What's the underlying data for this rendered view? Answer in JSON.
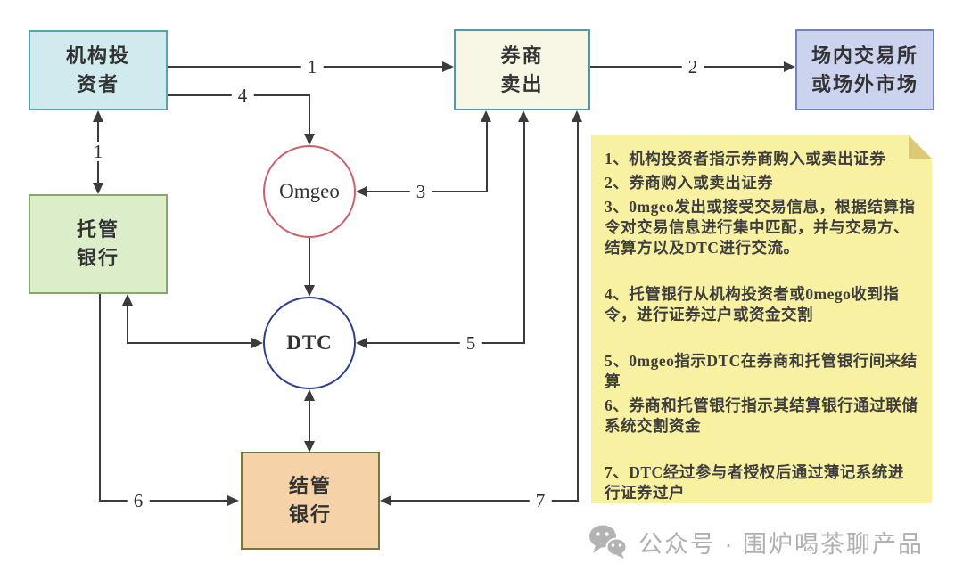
{
  "nodes": {
    "investor": {
      "line1": "机构投",
      "line2": "资者"
    },
    "broker": {
      "line1": "券商",
      "line2": "卖出"
    },
    "market": {
      "line1": "场内交易所",
      "line2": "或场外市场"
    },
    "custodian": {
      "line1": "托管",
      "line2": "银行"
    },
    "omgeo": {
      "label": "Omgeo"
    },
    "dtc": {
      "label": "DTC"
    },
    "settlement": {
      "line1": "结管",
      "line2": "银行"
    }
  },
  "edge_labels": {
    "investor_to_broker": "1",
    "broker_to_market": "2",
    "investor_custodian": "1",
    "investor_to_omgeo": "4",
    "omgeo_broker": "3",
    "dtc_broker": "5",
    "custodian_to_settlement": "6",
    "settlement_broker": "7"
  },
  "note": {
    "items": [
      "1、机构投资者指示券商购入或卖出证券",
      "2、券商购入或卖出证券",
      "3、0mgeo发出或接受交易信息，根据结算指令对交易信息进行集中匹配，并与交易方、结算方以及DTC进行交流。",
      "4、托管银行从机构投资者或0mego收到指令，进行证券过户或资金交割",
      "5、0mgeo指示DTC在券商和托管银行间来结算",
      "6、券商和托管银行指示其结算银行通过联储系统交割资金",
      "7、DTC经过参与者授权后通过薄记系统进行证券过户"
    ]
  },
  "watermark": {
    "icon": "wechat-icon",
    "text": "公众号 · 围炉喝茶聊产品"
  },
  "colors": {
    "investor_fill": "#d0eaed",
    "investor_border": "#55a3ac",
    "broker_fill": "#f8f6e4",
    "broker_border": "#4e9aa8",
    "market_fill": "#ccd3ee",
    "market_border": "#7383bd",
    "custodian_fill": "#dcedca",
    "custodian_border": "#83aa68",
    "settlement_fill": "#f6d2a8",
    "settlement_border": "#6f7b40",
    "omgeo_border": "#cc5f6a",
    "dtc_border": "#2e3e8e",
    "note_fill": "#f9f1a2",
    "note_fold": "#ddc878",
    "line": "#3b3b3b",
    "watermark": "#b0b0b0"
  }
}
